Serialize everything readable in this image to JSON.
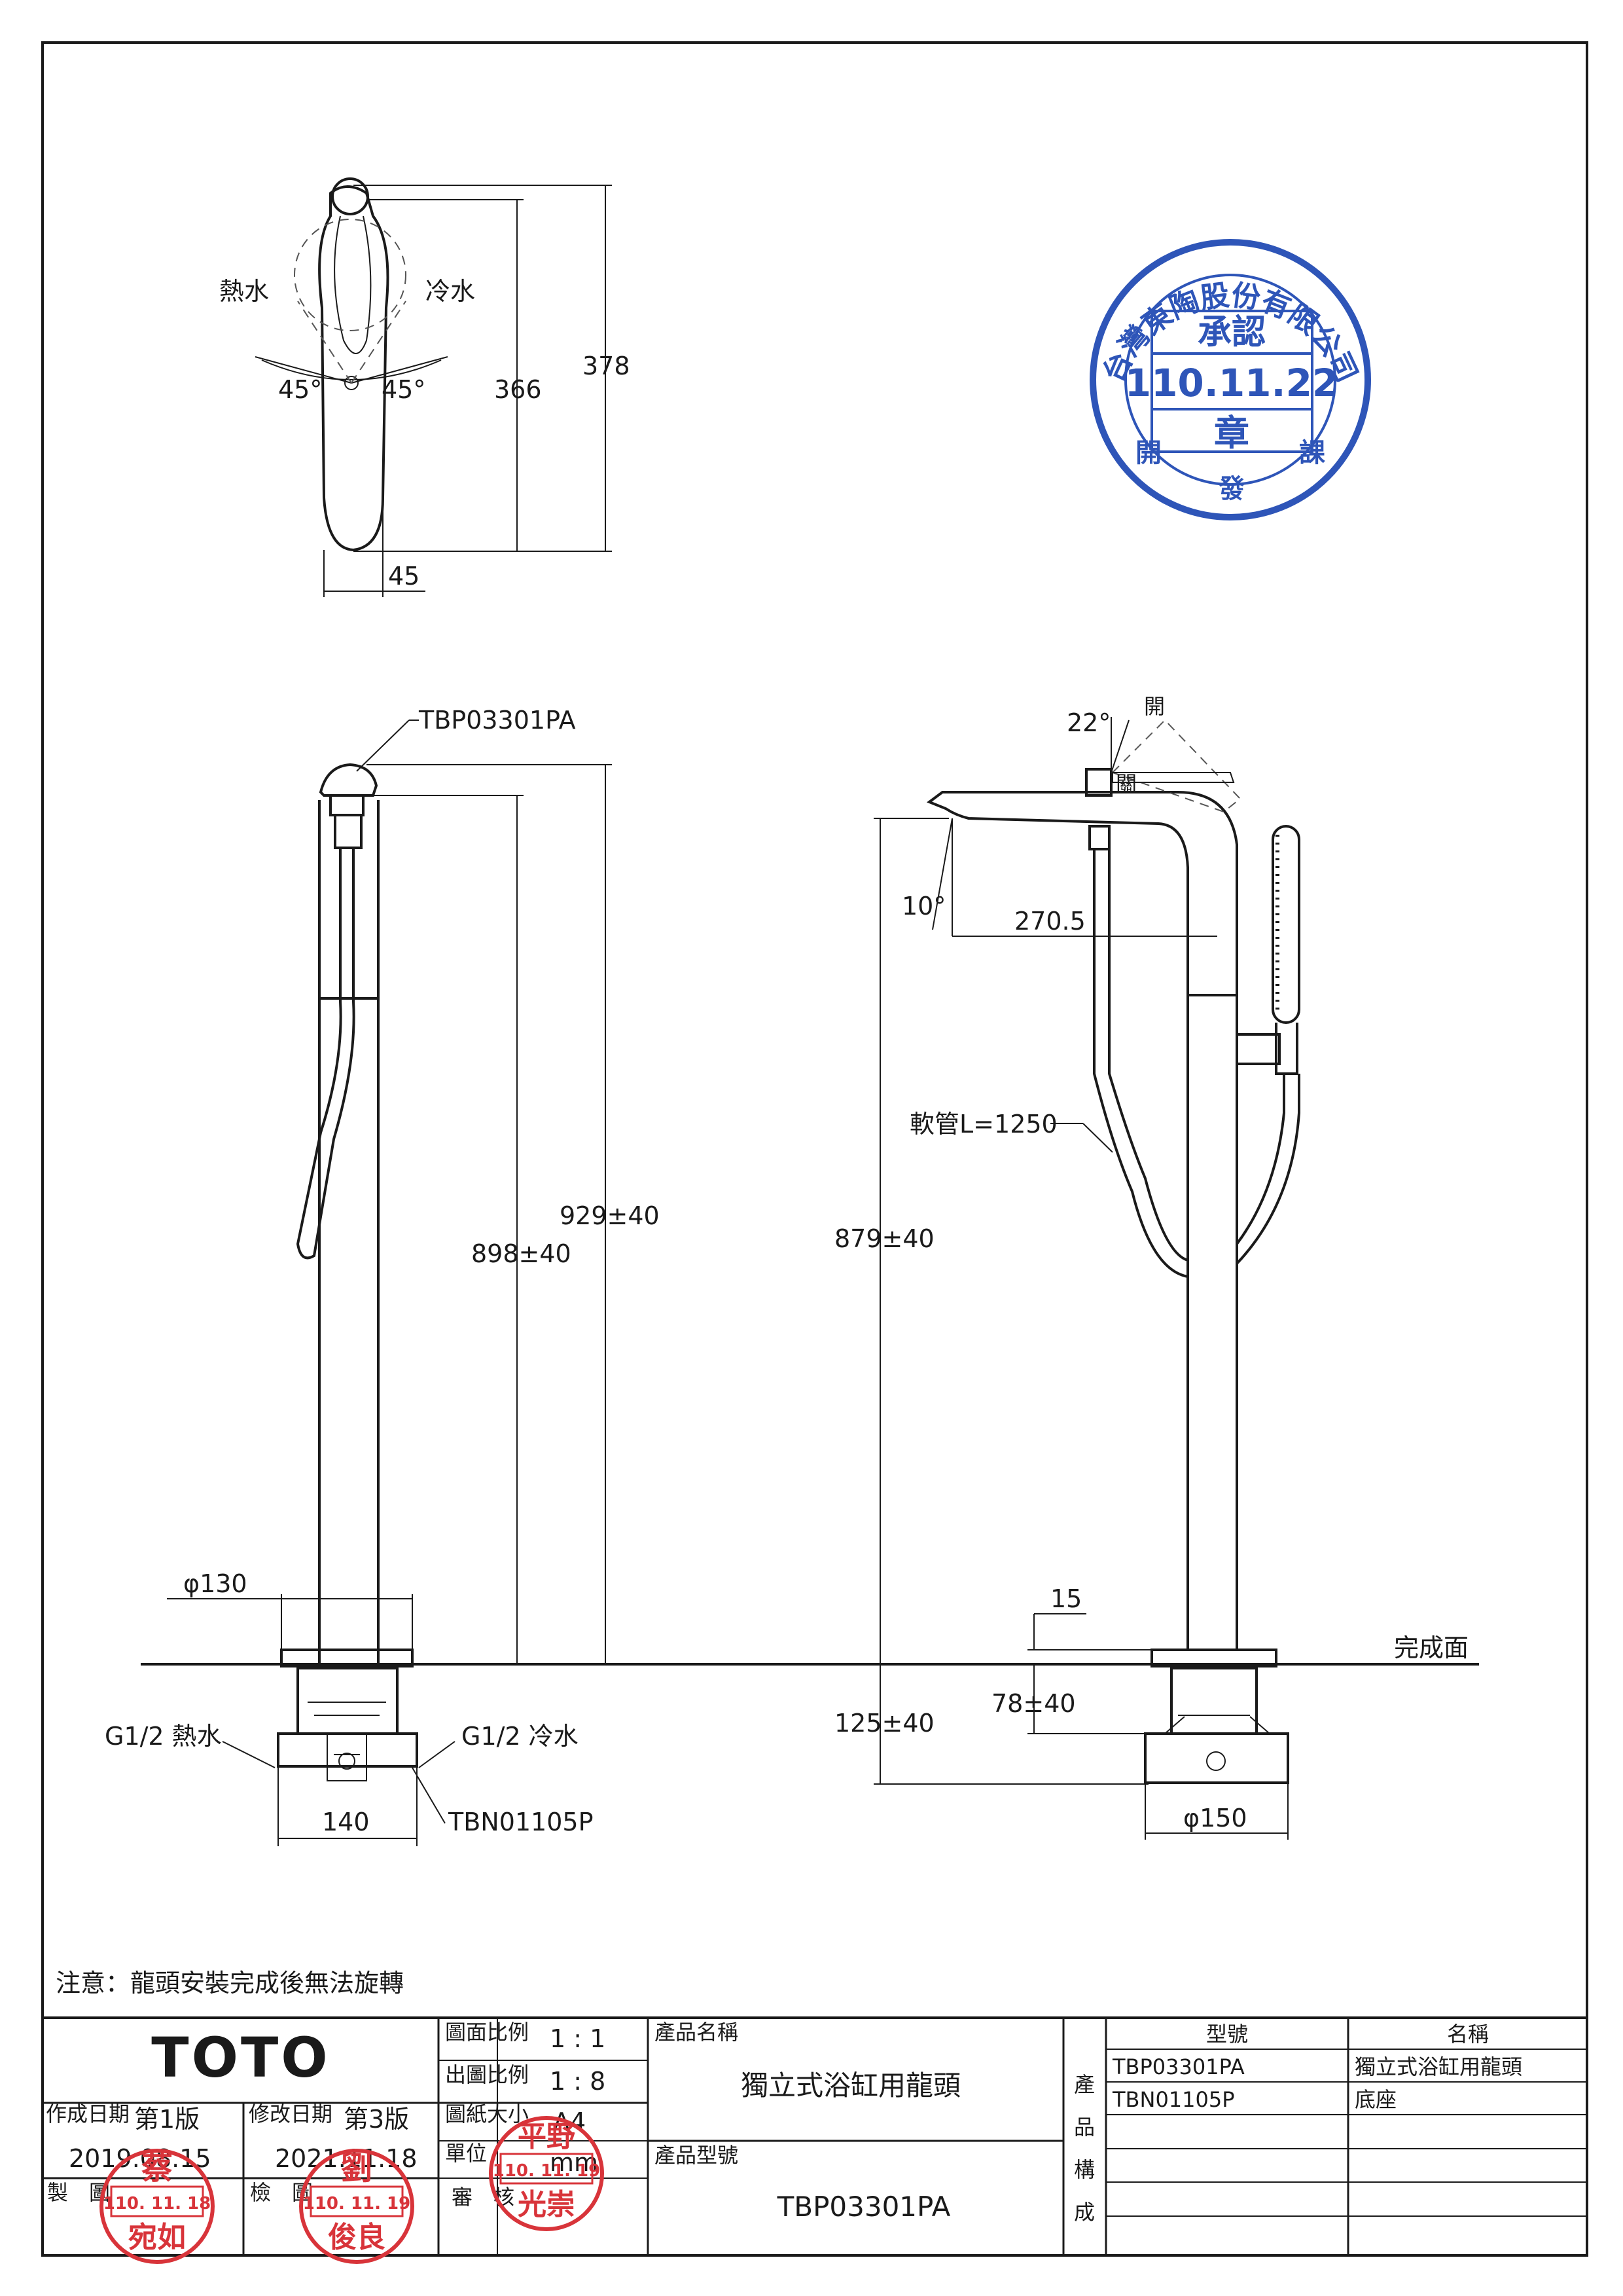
{
  "top_view": {
    "hot_label": "熱水",
    "cold_label": "冷水",
    "angle_left": "45°",
    "angle_right": "45°",
    "dim_height_inner": "366",
    "dim_height_outer": "378",
    "dim_width": "45"
  },
  "front_view": {
    "model_label": "TBP03301PA",
    "dim_height_a": "898±40",
    "dim_height_b": "929±40",
    "dim_base_dia": "φ130",
    "inlet_hot": "G1/2 熱水",
    "inlet_cold": "G1/2 冷水",
    "dim_base_width": "140",
    "base_model_label": "TBN01105P"
  },
  "side_view": {
    "angle_open": "22°",
    "open_label": "開",
    "close_label": "關",
    "angle_spout": "10°",
    "dim_reach": "270.5",
    "hose_label": "軟管L=1250",
    "dim_height": "879±40",
    "dim_15": "15",
    "finish_label": "完成面",
    "dim_78": "78±40",
    "dim_125": "125±40",
    "dim_base_dia": "φ150"
  },
  "note": "注意：龍頭安裝完成後無法旋轉",
  "title_block": {
    "brand": "TOTO",
    "drawing_scale_label": "圖面比例",
    "drawing_scale": "1 : 1",
    "output_scale_label": "出圖比例",
    "output_scale": "1 : 8",
    "paper_size_label": "圖紙大小",
    "paper_size": "A4",
    "unit_label": "單位",
    "unit": "mm",
    "review_label": "審　核",
    "created_label": "作成日期",
    "created_version": "第1版",
    "created_date": "2019.08.15",
    "modified_label": "修改日期",
    "modified_version": "第3版",
    "modified_date": "2021.11.18",
    "drawn_label": "製　圖",
    "checked_label": "檢　圖",
    "product_name_label": "產品名稱",
    "product_name": "獨立式浴缸用龍頭",
    "product_model_label": "產品型號",
    "product_model": "TBP03301PA",
    "composition_label": [
      "產",
      "品",
      "構",
      "成"
    ],
    "parts_header_model": "型號",
    "parts_header_name": "名稱",
    "parts": [
      {
        "model": "TBP03301PA",
        "name": "獨立式浴缸用龍頭"
      },
      {
        "model": "TBN01105P",
        "name": "底座"
      },
      {
        "model": "",
        "name": ""
      },
      {
        "model": "",
        "name": ""
      },
      {
        "model": "",
        "name": ""
      },
      {
        "model": "",
        "name": ""
      }
    ]
  },
  "stamps": {
    "approval": {
      "company": "台灣東陶股份有限公司",
      "title": "承認",
      "date": "110.11.22",
      "seal": "章",
      "dept_left": "開",
      "dept_mid": "發",
      "dept_right": "課"
    },
    "drawn": {
      "top": "蔡",
      "date": "110. 11. 18",
      "name": "宛如"
    },
    "checked": {
      "top": "劉",
      "date": "110. 11. 19",
      "name": "俊良"
    },
    "review": {
      "top": "平野",
      "date": "110. 11. 19",
      "name": "光崇"
    }
  },
  "colors": {
    "line": "#1a1a1a",
    "stamp_blue": "#2e55b8",
    "stamp_red": "#d8343a"
  }
}
